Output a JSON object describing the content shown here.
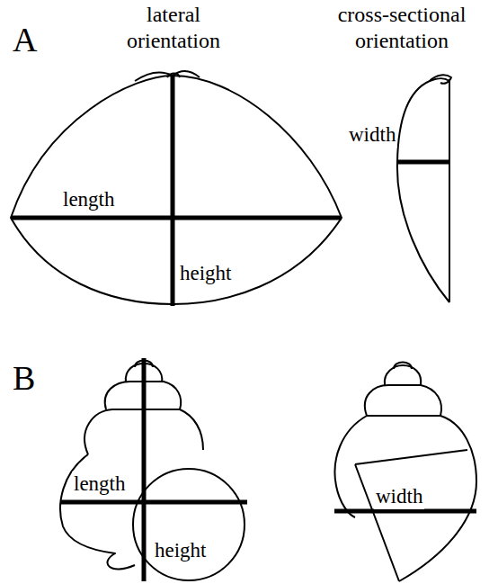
{
  "diagram": {
    "labels": [
      "A",
      "lateral orientation",
      "cross-sectional orientation",
      "width",
      "length",
      "height",
      "B",
      "length",
      "height",
      "width"
    ]
  }
}
